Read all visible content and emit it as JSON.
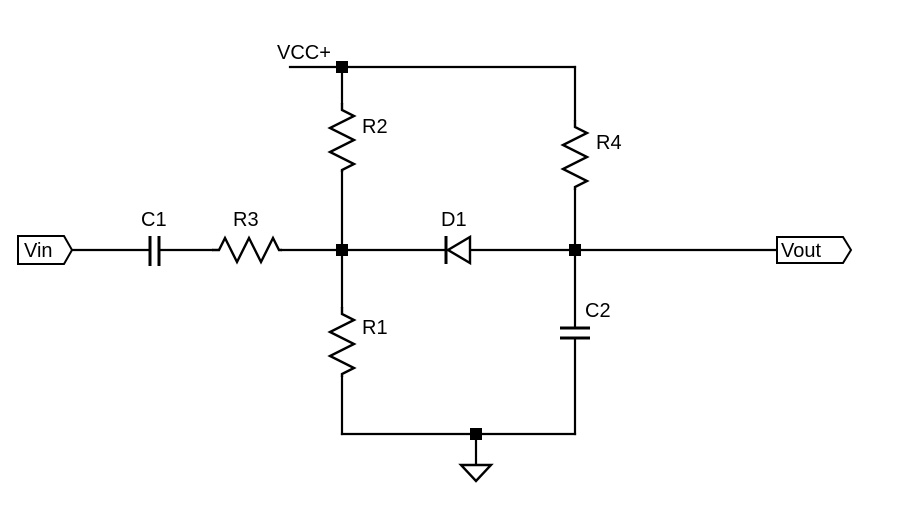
{
  "components": {
    "c1": "C1",
    "c2": "C2",
    "r1": "R1",
    "r2": "R2",
    "r3": "R3",
    "r4": "R4",
    "d1": "D1"
  },
  "power": {
    "vcc": "VCC+"
  },
  "ports": {
    "input": "Vin",
    "output": "Vout"
  }
}
